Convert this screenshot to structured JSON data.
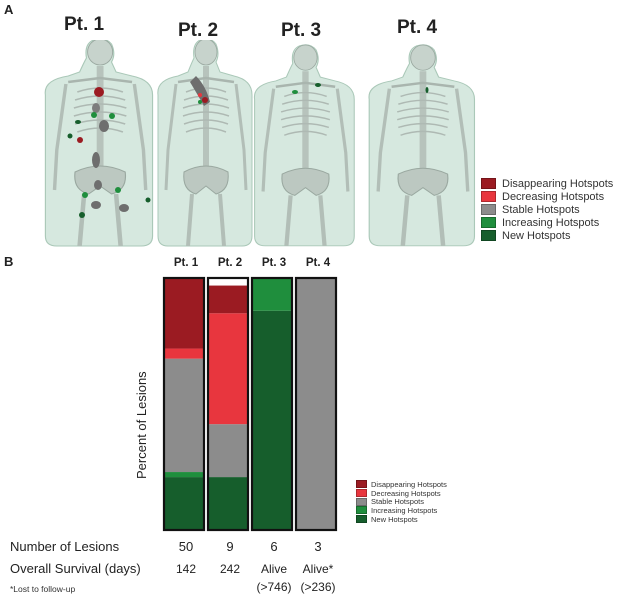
{
  "panel_a": {
    "letter": "A",
    "patients": [
      "Pt. 1",
      "Pt. 2",
      "Pt. 3",
      "Pt. 4"
    ],
    "legend": [
      {
        "label": "Disappearing Hotspots",
        "color": "#9b1b22"
      },
      {
        "label": "Decreasing Hotspots",
        "color": "#e8363e"
      },
      {
        "label": "Stable Hotspots",
        "color": "#8c8c8c"
      },
      {
        "label": "Increasing Hotspots",
        "color": "#1f8e3d"
      },
      {
        "label": "New Hotspots",
        "color": "#165e2c"
      }
    ]
  },
  "panel_b": {
    "letter": "B",
    "ylabel": "Percent of Lesions",
    "row_labels": {
      "lesions": "Number of Lesions",
      "survival": "Overall Survival (days)"
    },
    "survival_line2": [
      "",
      "",
      "(>746)",
      "(>236)"
    ],
    "footnote": "*Lost to follow-up",
    "legend": [
      {
        "label": "Disappearing Hotspots",
        "color": "#9b1b22"
      },
      {
        "label": "Decreasing Hotspots",
        "color": "#e8363e"
      },
      {
        "label": "Stable Hotspots",
        "color": "#8c8c8c"
      },
      {
        "label": "Increasing Hotspots",
        "color": "#1f8e3d"
      },
      {
        "label": "New Hotspots",
        "color": "#165e2c"
      }
    ]
  },
  "chart_data": {
    "type": "bar",
    "stacked": true,
    "categories": [
      "Pt. 1",
      "Pt. 2",
      "Pt. 3",
      "Pt. 4"
    ],
    "ylabel": "Percent of Lesions",
    "ylim": [
      0,
      100
    ],
    "series": [
      {
        "name": "New Hotspots",
        "color": "#165e2c",
        "values": [
          21,
          21,
          87,
          0
        ]
      },
      {
        "name": "Increasing Hotspots",
        "color": "#1f8e3d",
        "values": [
          2,
          0,
          13,
          0
        ]
      },
      {
        "name": "Stable Hotspots",
        "color": "#8c8c8c",
        "values": [
          45,
          21,
          0,
          100
        ]
      },
      {
        "name": "Decreasing Hotspots",
        "color": "#e8363e",
        "values": [
          4,
          44,
          0,
          0
        ]
      },
      {
        "name": "Disappearing Hotspots",
        "color": "#9b1b22",
        "values": [
          28,
          11,
          0,
          0
        ]
      }
    ],
    "number_of_lesions": [
      "50",
      "9",
      "6",
      "3"
    ],
    "overall_survival": [
      "142",
      "242",
      "Alive",
      "Alive*"
    ]
  }
}
